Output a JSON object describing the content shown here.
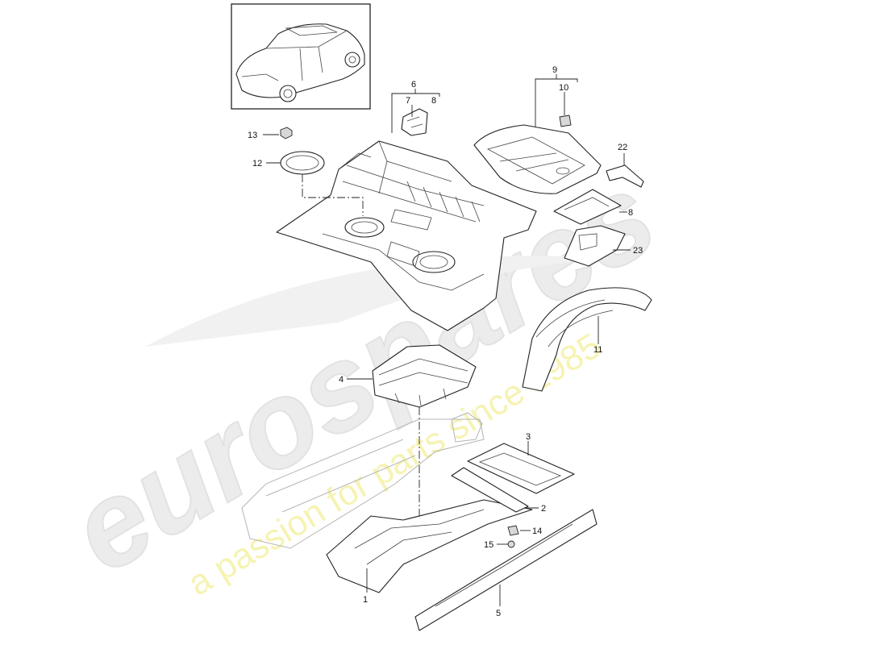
{
  "watermark": {
    "brand": "eurospares",
    "tagline": "a passion for parts since 1985"
  },
  "callouts": [
    {
      "id": "c1",
      "text": "1"
    },
    {
      "id": "c2",
      "text": "2"
    },
    {
      "id": "c3",
      "text": "3"
    },
    {
      "id": "c4",
      "text": "4"
    },
    {
      "id": "c5",
      "text": "5"
    },
    {
      "id": "c6",
      "text": "6"
    },
    {
      "id": "c7",
      "text": "7"
    },
    {
      "id": "c8a",
      "text": "8"
    },
    {
      "id": "c8b",
      "text": "8"
    },
    {
      "id": "c9",
      "text": "9"
    },
    {
      "id": "c10",
      "text": "10"
    },
    {
      "id": "c11",
      "text": "11"
    },
    {
      "id": "c12",
      "text": "12"
    },
    {
      "id": "c13",
      "text": "13"
    },
    {
      "id": "c14",
      "text": "14"
    },
    {
      "id": "c15",
      "text": "15"
    },
    {
      "id": "c22",
      "text": "22"
    },
    {
      "id": "c23",
      "text": "23"
    }
  ]
}
